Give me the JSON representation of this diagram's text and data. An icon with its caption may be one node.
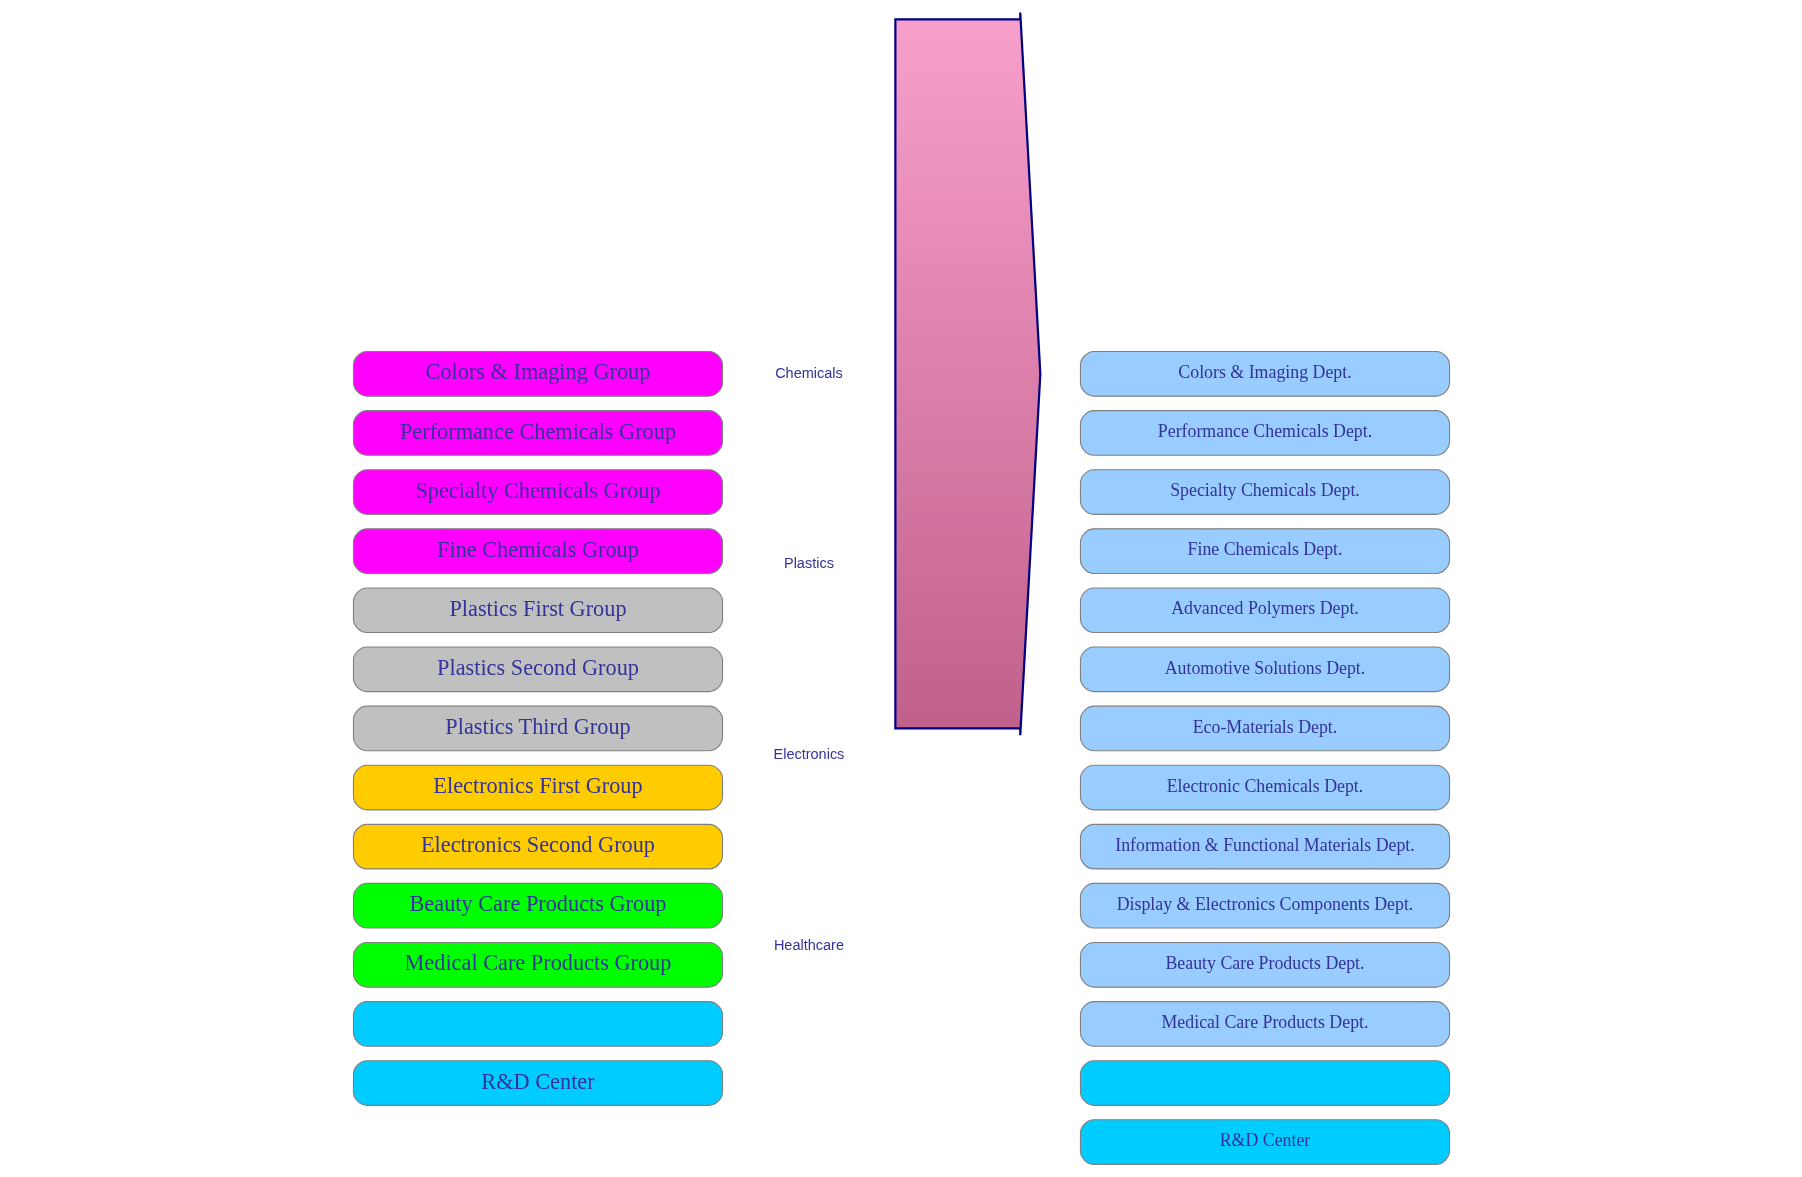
{
  "diagram": {
    "nodes": [
      {
        "text": [
          "Colors & Imaging Group"
        ]
      },
      {
        "text": [
          "Performance Chemicals Group"
        ]
      },
      {
        "text": [
          "Specialty Chemicals Group"
        ]
      },
      {
        "text": [
          "Fine Chemicals Group"
        ]
      },
      {
        "text": [
          "Plastics First Group"
        ]
      },
      {
        "text": [
          "Plastics Second Group"
        ]
      },
      {
        "text": [
          "Plastics Third Group"
        ]
      },
      {
        "text": [
          "Electronics First Group"
        ]
      },
      {
        "text": [
          "Electronics Second Group"
        ]
      },
      {
        "text": [
          "Beauty Care Products Group"
        ]
      },
      {
        "text": [
          "Medical Care Products Group"
        ]
      },
      {
        "text": [],
        "shape": "box"
      },
      {
        "text": [
          "R&D Center"
        ]
      },
      {
        "text": [],
        "shape": "arrow"
      },
      {
        "text": [
          "Colors & Imaging Dept."
        ]
      },
      {
        "text": [
          "Performance Chemicals Dept."
        ]
      },
      {
        "text": [
          "Specialty Chemicals Dept."
        ]
      },
      {
        "text": [
          "Fine Chemicals Dept."
        ]
      },
      {
        "text": [
          "Advanced Polymers Dept."
        ]
      },
      {
        "text": [
          "Automotive Solutions Dept."
        ]
      },
      {
        "text": [
          "Eco-Materials Dept."
        ]
      },
      {
        "text": [
          "Electronic Chemicals Dept."
        ]
      },
      {
        "text": [
          "Information & Functional Materials Dept."
        ]
      },
      {
        "text": [
          "Display & Electronics Components Dept."
        ]
      },
      {
        "text": [
          "Beauty Care Products Dept."
        ]
      },
      {
        "text": [
          "Medical Care Products Dept."
        ]
      },
      {
        "text": [],
        "shape": "box"
      },
      {
        "text": [
          "R&D Center"
        ]
      }
    ],
    "edges": [],
    "labels": [
      "Chemicals",
      "Plastics",
      "Electronics",
      "Healthcare"
    ]
  }
}
